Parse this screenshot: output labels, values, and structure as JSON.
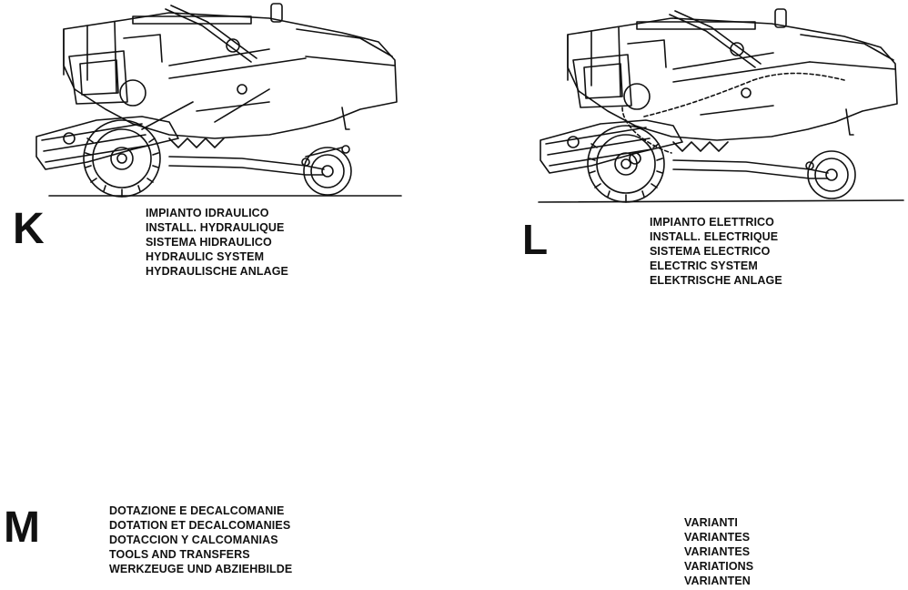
{
  "sections": {
    "k": {
      "letter": "K",
      "captions": [
        "IMPIANTO IDRAULICO",
        "INSTALL. HYDRAULIQUE",
        "SISTEMA HIDRAULICO",
        "HYDRAULIC SYSTEM",
        "HYDRAULISCHE ANLAGE"
      ]
    },
    "l": {
      "letter": "L",
      "captions": [
        "IMPIANTO ELETTRICO",
        "INSTALL. ELECTRIQUE",
        "SISTEMA ELECTRICO",
        "ELECTRIC SYSTEM",
        "ELEKTRISCHE ANLAGE"
      ]
    },
    "m": {
      "letter": "M",
      "captions": [
        "DOTAZIONE E DECALCOMANIE",
        "DOTATION ET DECALCOMANIES",
        "DOTACCION Y CALCOMANIAS",
        "TOOLS AND TRANSFERS",
        "WERKZEUGE UND ABZIEHBILDE"
      ]
    },
    "n": {
      "captions": [
        "VARIANTI",
        "VARIANTES",
        "VARIANTES",
        "VARIATIONS",
        "VARIANTEN"
      ]
    }
  }
}
